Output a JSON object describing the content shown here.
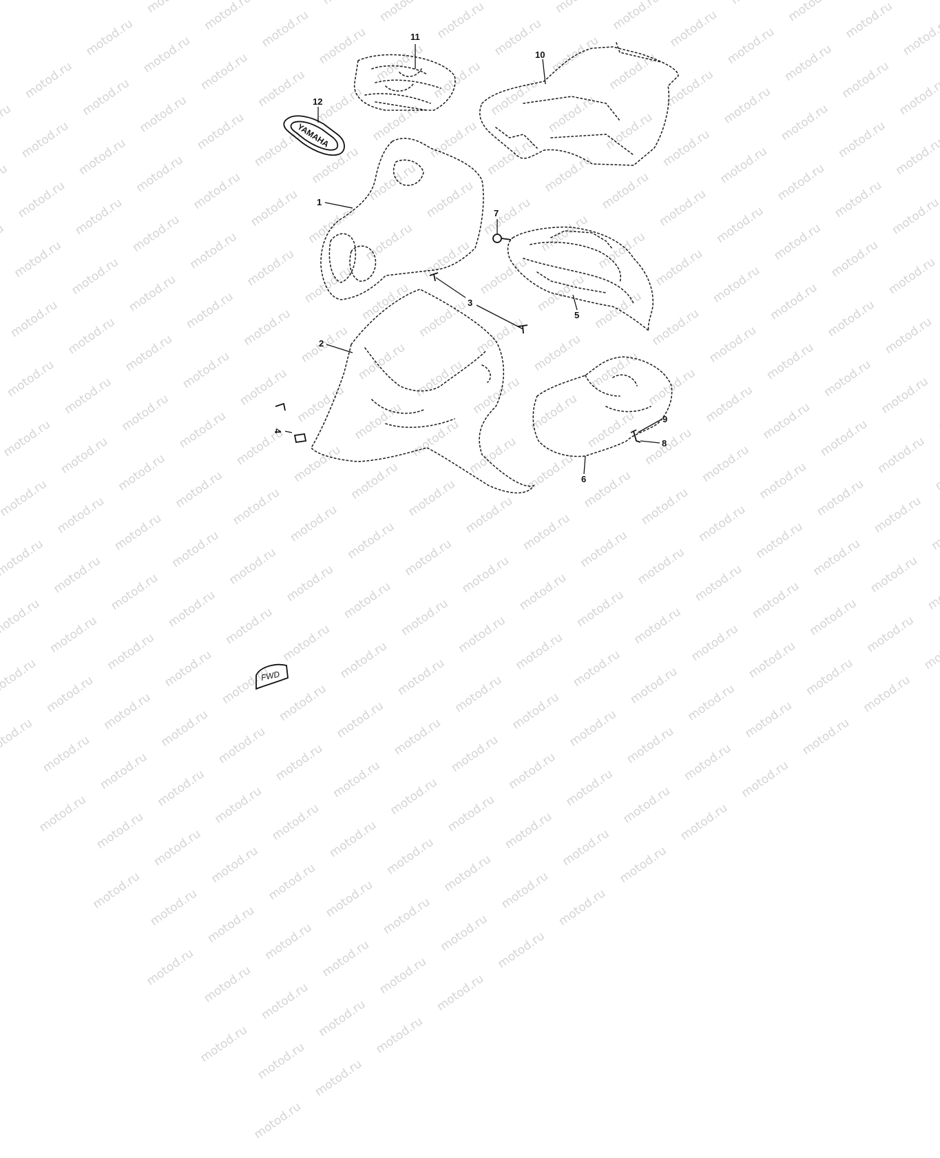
{
  "watermark": {
    "text": "motod.ru"
  },
  "diagram": {
    "callouts": [
      {
        "id": "1",
        "label": "1"
      },
      {
        "id": "2",
        "label": "2"
      },
      {
        "id": "3",
        "label": "3"
      },
      {
        "id": "4",
        "label": "4"
      },
      {
        "id": "5",
        "label": "5"
      },
      {
        "id": "6",
        "label": "6"
      },
      {
        "id": "7",
        "label": "7"
      },
      {
        "id": "8",
        "label": "8"
      },
      {
        "id": "9",
        "label": "9"
      },
      {
        "id": "10",
        "label": "10"
      },
      {
        "id": "11",
        "label": "11"
      },
      {
        "id": "12",
        "label": "12"
      }
    ],
    "emblem_text": "YAMAHA",
    "corner_mark": "FWD"
  }
}
